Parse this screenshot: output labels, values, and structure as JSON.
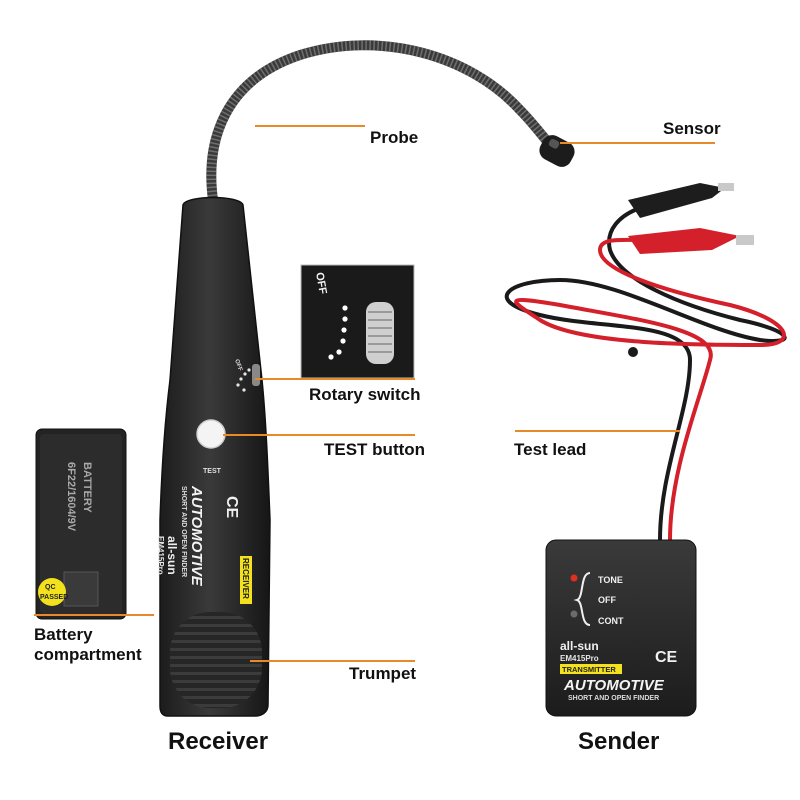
{
  "labels": {
    "probe": "Probe",
    "sensor": "Sensor",
    "rotary_switch": "Rotary switch",
    "test_button": "TEST button",
    "test_lead": "Test lead",
    "battery_line1": "Battery",
    "battery_line2": "compartment",
    "trumpet": "Trumpet"
  },
  "captions": {
    "receiver": "Receiver",
    "sender": "Sender"
  },
  "receiver_device": {
    "switch_mark": "OFF",
    "button_mark": "TEST",
    "ce_mark": "CE",
    "product_line": "AUTOMOTIVE",
    "product_sub": "SHORT AND OPEN FINDER",
    "brand": "all-sun",
    "model": "EM415Pro",
    "role_badge": "RECEIVER"
  },
  "switch_inset": {
    "off_text": "OFF"
  },
  "battery_cover": {
    "text_line1": "BATTERY",
    "text_line2": "6F22/1604/9V",
    "qc_line1": "QC",
    "qc_line2": "PASSED"
  },
  "sender_device": {
    "mode_tone": "TONE",
    "mode_off": "OFF",
    "mode_cont": "CONT",
    "brand": "all-sun",
    "model": "EM415Pro",
    "role_badge": "TRANSMITTER",
    "ce_mark": "CE",
    "product_line": "AUTOMOTIVE",
    "product_sub": "SHORT AND OPEN FINDER"
  },
  "colors": {
    "leader_line": "#e88a2a",
    "device_body": "#2b2b2b",
    "lead_red": "#d4202a",
    "lead_black": "#1a1a1a",
    "badge_yellow": "#f2e11c"
  }
}
